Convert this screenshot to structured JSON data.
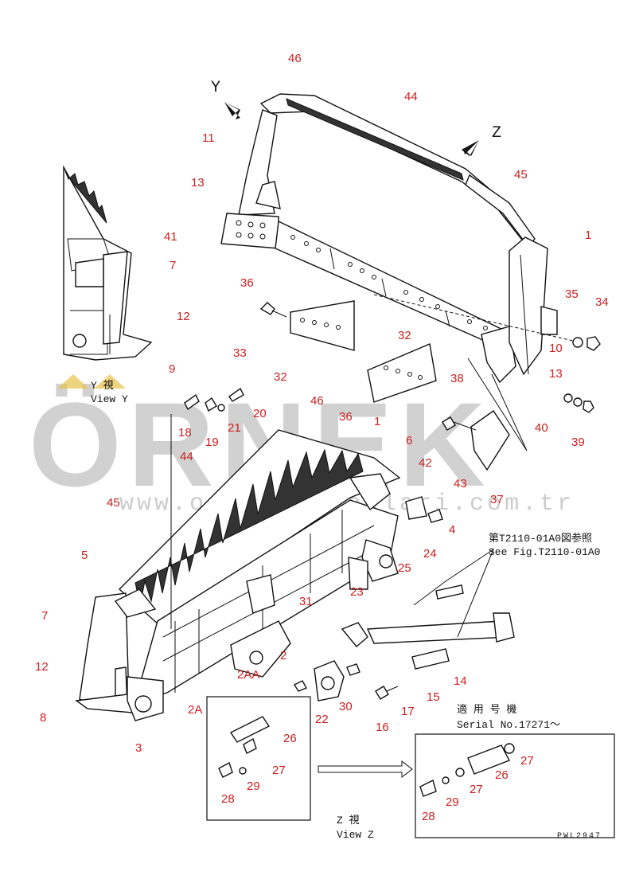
{
  "watermark": {
    "brand": "ÖRNEK",
    "url": "www.orneksismaklari.com.tr"
  },
  "views": {
    "view_y_jp": "Y 視",
    "view_y_en": "View Y",
    "view_z_jp": "Z 視",
    "view_z_en": "View Z",
    "arrow_y": "Y",
    "arrow_z": "Z"
  },
  "notes": {
    "ref_jp": "第T2110-01A0図参照",
    "ref_en": "See Fig.T2110-01A0",
    "serial_jp": "適 用 号 機",
    "serial_en": "Serial No.17271～",
    "drawing_id": "PWL2947"
  },
  "part_labels": {
    "p46a": "46",
    "p44a": "44",
    "p45a": "45",
    "p11": "11",
    "p13a": "13",
    "p41": "41",
    "p1a": "1",
    "p36a": "36",
    "p35": "35",
    "p34": "34",
    "p33": "33",
    "p32a": "32",
    "p32b": "32",
    "p10": "10",
    "p13b": "13",
    "p7a": "7",
    "p12a": "12",
    "p9": "9",
    "p36b": "36",
    "p38": "38",
    "p18": "18",
    "p19": "19",
    "p21": "21",
    "p20": "20",
    "p40": "40",
    "p39": "39",
    "p46b": "46",
    "p1b": "1",
    "p6": "6",
    "p37": "37",
    "p44b": "44",
    "p42": "42",
    "p43": "43",
    "p45b": "45",
    "p4": "4",
    "p5": "5",
    "p24": "24",
    "p25": "25",
    "p23": "23",
    "p31": "31",
    "p7b": "7",
    "p12b": "12",
    "p2": "2",
    "p2aa": "2AA",
    "p14": "14",
    "p15": "15",
    "p8": "8",
    "p2a": "2A",
    "p30": "30",
    "p17": "17",
    "p22": "22",
    "p16": "16",
    "p3": "3",
    "p26a": "26",
    "p27a": "27",
    "p28a": "28",
    "p29a": "29",
    "p27b": "27",
    "p26b": "26",
    "p27c": "27",
    "p29b": "29",
    "p28b": "28"
  }
}
